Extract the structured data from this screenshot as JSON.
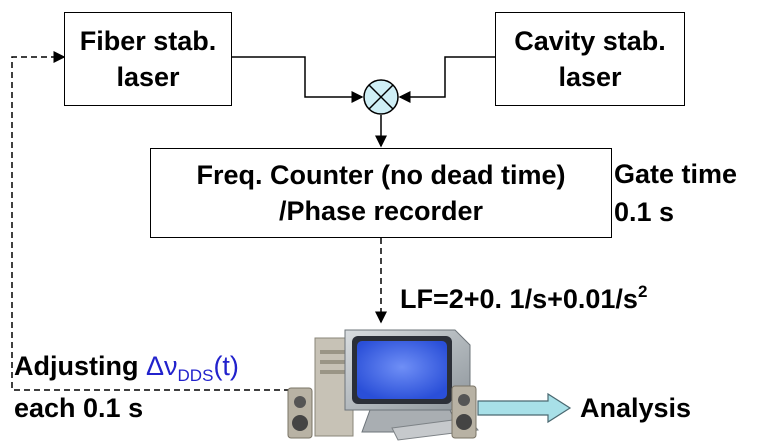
{
  "boxes": {
    "fiber_laser": {
      "line1": "Fiber stab.",
      "line2": "laser"
    },
    "cavity_laser": {
      "line1": "Cavity stab.",
      "line2": "laser"
    },
    "counter": {
      "line1": "Freq. Counter (no dead time)",
      "line2": "/Phase recorder"
    }
  },
  "labels": {
    "gate_time_1": "Gate time",
    "gate_time_2": "0.1 s",
    "lf": "LF=2+0. 1/s+0.01/s",
    "lf_sup": "2",
    "adjusting": "Adjusting ",
    "delta_nu": "Δν",
    "dds": "DDS",
    "t_arg": "(t)",
    "each": "each 0.1 s",
    "analysis": "Analysis"
  },
  "icons": [
    "mixer-icon",
    "computer-icon",
    "arrow-right-icon"
  ],
  "colors": {
    "accent_text": "#2222cc",
    "arrow_fill": "#a8e0e8",
    "screen": "#3366ee"
  }
}
